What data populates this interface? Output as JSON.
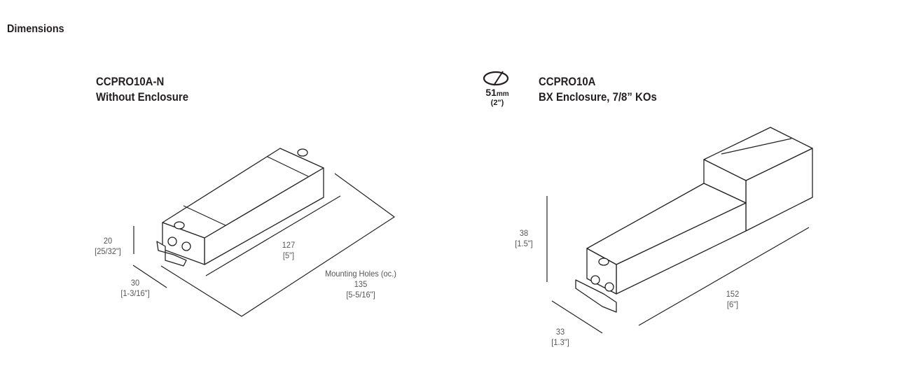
{
  "heading": "Dimensions",
  "left": {
    "model": "CCPRO10A-N",
    "description": "Without Enclosure",
    "height": {
      "mm": "20",
      "in": "[25/32\"]"
    },
    "width": {
      "mm": "30",
      "in": "[1-3/16\"]"
    },
    "length": {
      "mm": "127",
      "in": "[5\"]"
    },
    "mounting": {
      "label": "Mounting Holes (oc.)",
      "mm": "135",
      "in": "[5-5/16\"]"
    }
  },
  "right": {
    "model": "CCPRO10A",
    "description": "BX Enclosure, 7/8” KOs",
    "badge": {
      "value": "51",
      "unit": "mm",
      "in": "(2\")"
    },
    "height": {
      "mm": "38",
      "in": "[1.5\"]"
    },
    "width": {
      "mm": "33",
      "in": "[1.3\"]"
    },
    "length": {
      "mm": "152",
      "in": "[6\"]"
    }
  }
}
